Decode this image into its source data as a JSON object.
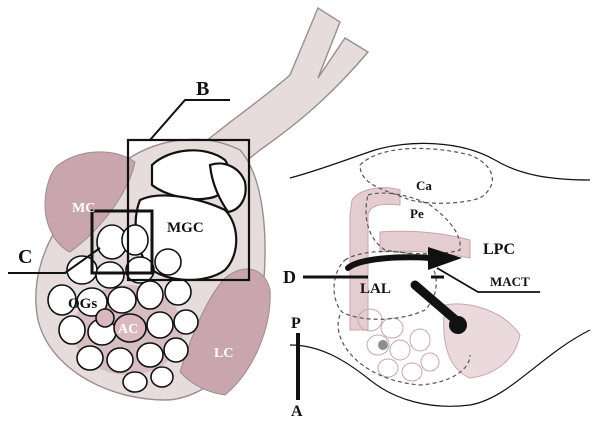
{
  "labels": {
    "B": "B",
    "C": "C",
    "D": "D",
    "MC": "MC",
    "MGC": "MGC",
    "OGs": "OGs",
    "AC": "AC",
    "LC": "LC",
    "Ca": "Ca",
    "Pe": "Pe",
    "LPC": "LPC",
    "LAL": "LAL",
    "MACT": "MACT",
    "P": "P",
    "A": "A"
  },
  "colors": {
    "tissue": "#e7dcdc",
    "tissue_stroke": "#9a8d8f",
    "pink": "#c9a6ad",
    "pink_light": "#e3cdd1",
    "mauve": "#b98f9a",
    "glom_fill": "#ffffff",
    "glom_stroke": "#111111",
    "ink": "#111111"
  }
}
